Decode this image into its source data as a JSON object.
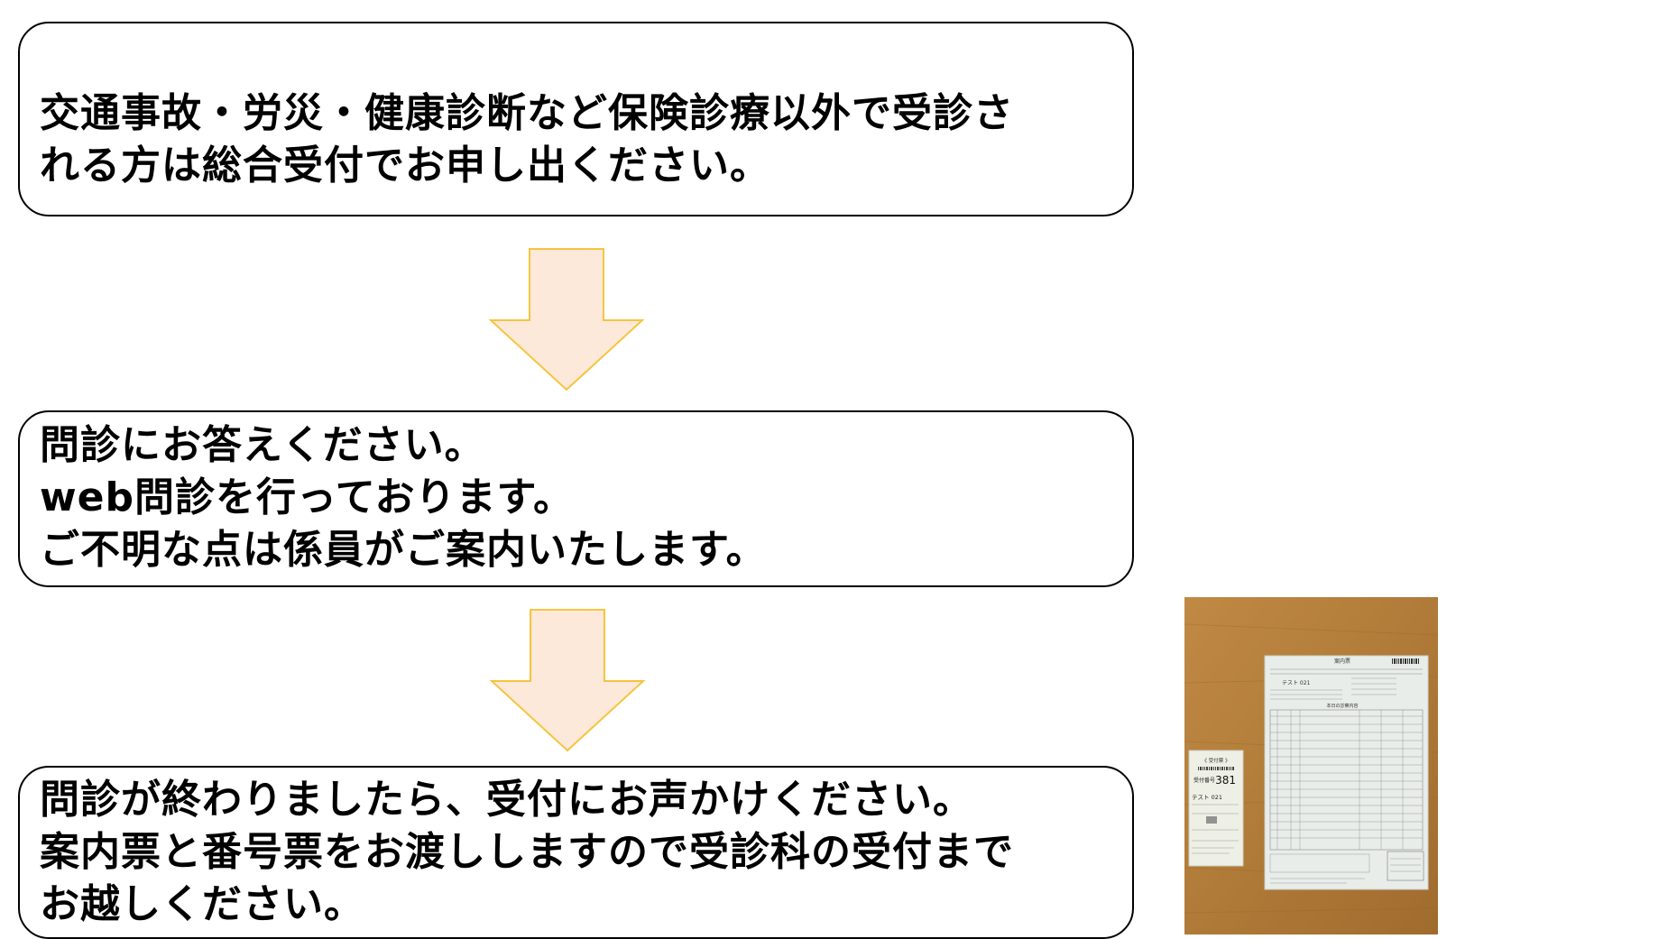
{
  "steps": [
    {
      "lines": [
        "交通事故・労災・健康診断など保険診療以外で受診さ",
        "れる方は総合受付でお申し出ください。"
      ]
    },
    {
      "lines": [
        "問診にお答えください。",
        "web問診を行っております。",
        "ご不明な点は係員がご案内いたします。"
      ]
    },
    {
      "lines": [
        "問診が終わりましたら、受付にお声かけください。",
        "案内票と番号票をお渡ししますので受診科の受付まで",
        "お越しください。"
      ]
    }
  ],
  "arrows": {
    "fill": "#FDE9D9",
    "stroke": "#F5C540"
  },
  "photo": {
    "ticket_header": "《 受付票 》",
    "ticket_label": "受付番号",
    "ticket_number": "381",
    "ticket_name": "テスト 021",
    "sheet_title": "案内票",
    "sheet_name": "テスト 021",
    "sheet_section": "本日の診察内容"
  }
}
